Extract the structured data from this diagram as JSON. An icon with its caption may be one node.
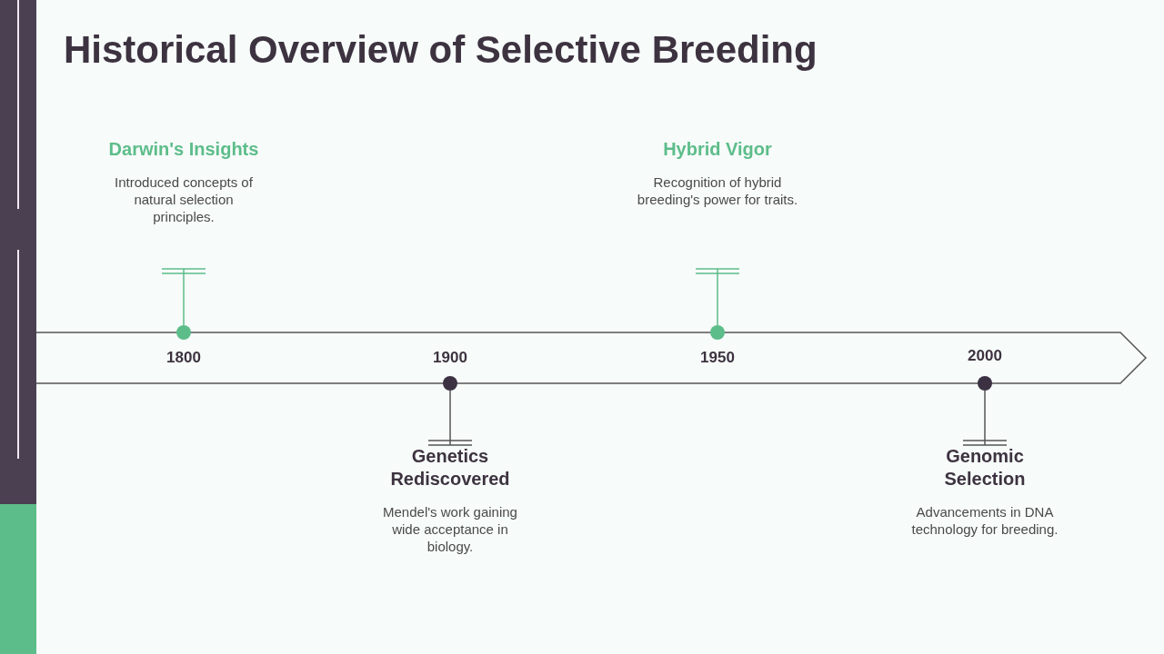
{
  "diagram": {
    "title": "Historical Overview of Selective Breeding",
    "nodes": [
      {
        "text": [
          "Darwin's Insights",
          "Introduced concepts of natural selection principles."
        ]
      },
      {
        "text": [],
        "shape": "circle",
        "beside": [
          "1800"
        ]
      },
      {
        "text": [
          "Genetics Rediscovered",
          "Mendel's work gaining wide acceptance in biology."
        ]
      },
      {
        "text": [],
        "shape": "circle",
        "beside": [
          "1900"
        ]
      },
      {
        "text": [
          "Hybrid Vigor",
          "Recognition of hybrid breeding's power for traits."
        ]
      },
      {
        "text": [],
        "shape": "circle",
        "beside": [
          "1950"
        ]
      },
      {
        "text": [
          "Genomic Selection",
          "Advancements in DNA technology for breeding."
        ]
      },
      {
        "text": [],
        "shape": "circle",
        "beside": [
          "2000"
        ]
      }
    ],
    "edges": [
      {
        "from": 1,
        "to": 0,
        "arrow": "other",
        "color": "#5dbd8a"
      },
      {
        "from": 3,
        "to": 2,
        "arrow": "other",
        "color": "#555555"
      },
      {
        "from": 5,
        "to": 4,
        "arrow": "other",
        "color": "#5dbd8a"
      },
      {
        "from": 7,
        "to": 6,
        "arrow": "other",
        "color": "#555555"
      }
    ]
  }
}
